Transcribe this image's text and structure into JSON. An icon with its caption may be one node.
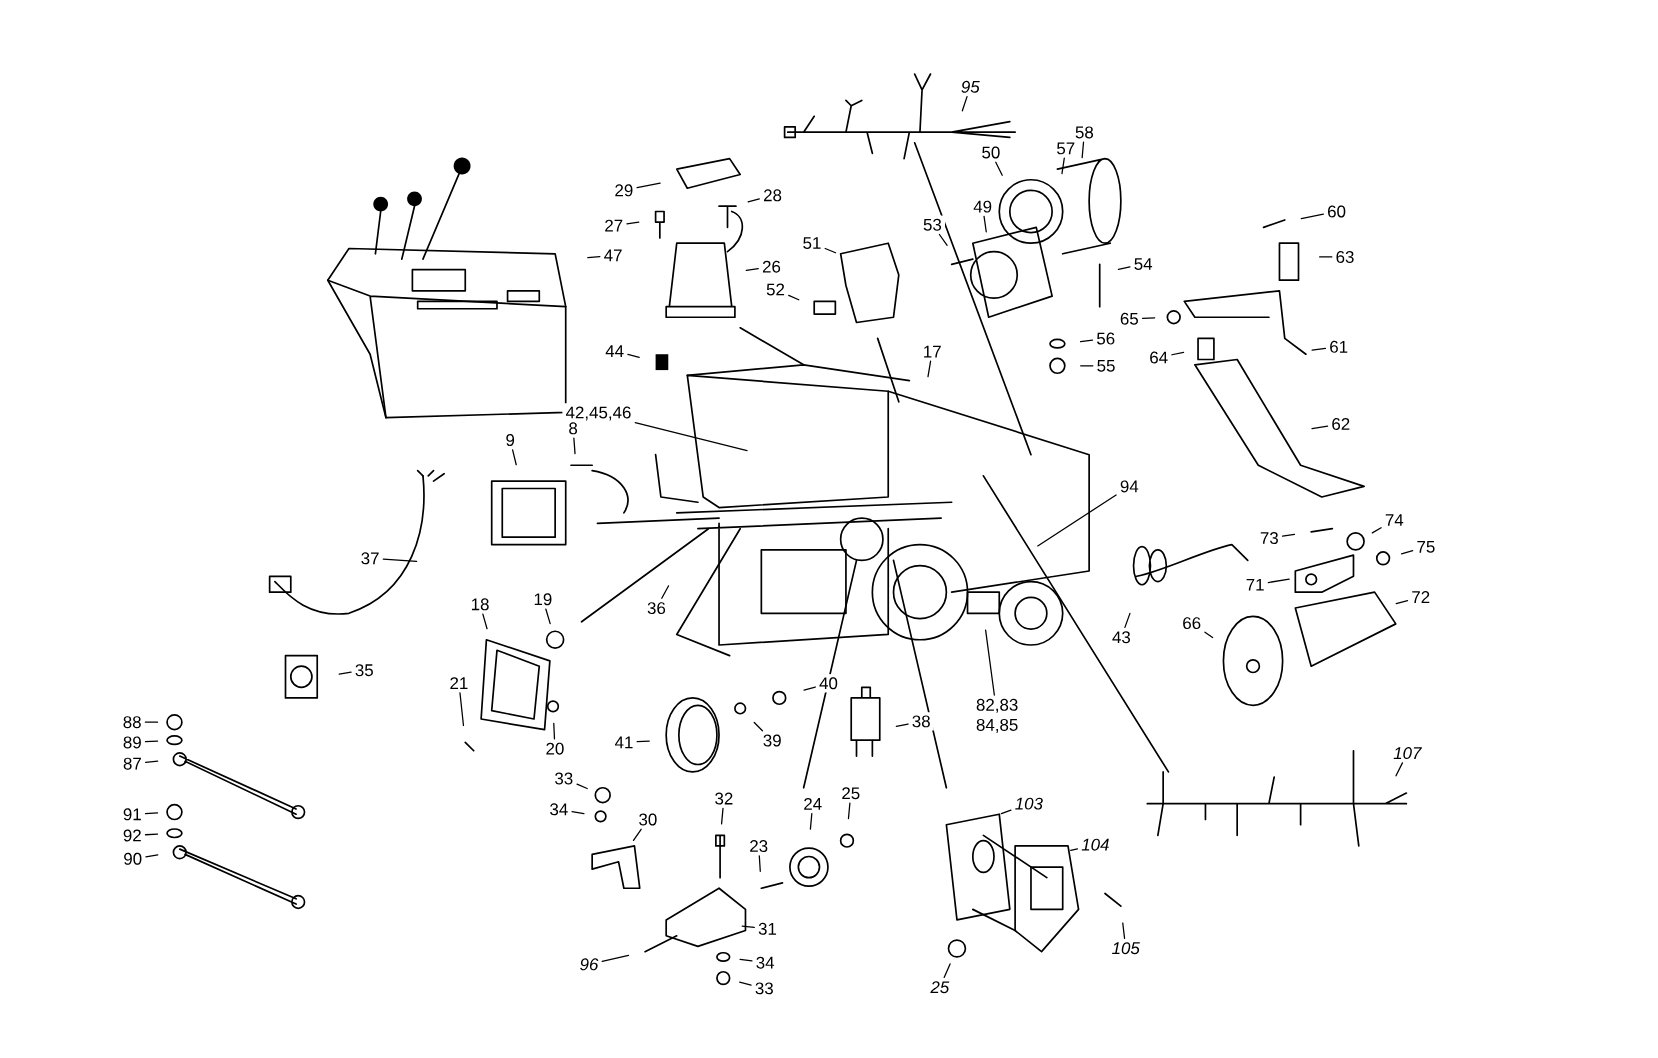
{
  "diagram": {
    "nodes": [
      {
        "text": [
          "95"
        ]
      },
      {
        "text": [
          "29"
        ]
      },
      {
        "text": [
          "28"
        ]
      },
      {
        "text": [
          "27"
        ]
      },
      {
        "text": [
          "26"
        ]
      },
      {
        "text": [
          "47"
        ]
      },
      {
        "text": [
          "51"
        ]
      },
      {
        "text": [
          "52"
        ]
      },
      {
        "text": [
          "53"
        ]
      },
      {
        "text": [
          "49"
        ]
      },
      {
        "text": [
          "50"
        ]
      },
      {
        "text": [
          "57"
        ]
      },
      {
        "text": [
          "58"
        ]
      },
      {
        "text": [
          "54"
        ]
      },
      {
        "text": [
          "56"
        ]
      },
      {
        "text": [
          "55"
        ]
      },
      {
        "text": [
          "60"
        ]
      },
      {
        "text": [
          "63"
        ]
      },
      {
        "text": [
          "65"
        ]
      },
      {
        "text": [
          "61"
        ]
      },
      {
        "text": [
          "64"
        ]
      },
      {
        "text": [
          "62"
        ]
      },
      {
        "text": [
          "44"
        ]
      },
      {
        "text": [
          "17"
        ]
      },
      {
        "text": [
          "42,45,46"
        ]
      },
      {
        "text": [
          "9"
        ]
      },
      {
        "text": [
          "8"
        ]
      },
      {
        "text": [
          "94"
        ]
      },
      {
        "text": [
          "37"
        ]
      },
      {
        "text": [
          "36"
        ]
      },
      {
        "text": [
          "73"
        ]
      },
      {
        "text": [
          "74"
        ]
      },
      {
        "text": [
          "75"
        ]
      },
      {
        "text": [
          "71"
        ]
      },
      {
        "text": [
          "72"
        ]
      },
      {
        "text": [
          "43"
        ]
      },
      {
        "text": [
          "66"
        ]
      },
      {
        "text": [
          "18"
        ]
      },
      {
        "text": [
          "19"
        ]
      },
      {
        "text": [
          "35"
        ]
      },
      {
        "text": [
          "21"
        ]
      },
      {
        "text": [
          "20"
        ]
      },
      {
        "text": [
          "40"
        ]
      },
      {
        "text": [
          "39"
        ]
      },
      {
        "text": [
          "41"
        ]
      },
      {
        "text": [
          "38"
        ]
      },
      {
        "text": [
          "82,83 84,85"
        ]
      },
      {
        "text": [
          "88"
        ]
      },
      {
        "text": [
          "89"
        ]
      },
      {
        "text": [
          "87"
        ]
      },
      {
        "text": [
          "91"
        ]
      },
      {
        "text": [
          "92"
        ]
      },
      {
        "text": [
          "90"
        ]
      },
      {
        "text": [
          "33"
        ]
      },
      {
        "text": [
          "34"
        ]
      },
      {
        "text": [
          "30"
        ]
      },
      {
        "text": [
          "32"
        ]
      },
      {
        "text": [
          "25"
        ]
      },
      {
        "text": [
          "24"
        ]
      },
      {
        "text": [
          "23"
        ]
      },
      {
        "text": [
          "31"
        ]
      },
      {
        "text": [
          "34"
        ]
      },
      {
        "text": [
          "33"
        ]
      },
      {
        "text": [
          "96"
        ]
      },
      {
        "text": [
          "103"
        ]
      },
      {
        "text": [
          "104"
        ]
      },
      {
        "text": [
          "105"
        ]
      },
      {
        "text": [
          "25"
        ]
      },
      {
        "text": [
          "107"
        ]
      }
    ],
    "edges": [
      {
        "from": 0,
        "to": null,
        "arrow": "none"
      },
      {
        "from": 1,
        "to": null,
        "arrow": "none"
      },
      {
        "from": 2,
        "to": null,
        "arrow": "none"
      },
      {
        "from": 3,
        "to": null,
        "arrow": "none"
      },
      {
        "from": 4,
        "to": null,
        "arrow": "none"
      },
      {
        "from": 5,
        "to": null,
        "arrow": "none"
      },
      {
        "from": 6,
        "to": null,
        "arrow": "none"
      },
      {
        "from": 7,
        "to": null,
        "arrow": "none"
      },
      {
        "from": 8,
        "to": null,
        "arrow": "none"
      },
      {
        "from": 9,
        "to": null,
        "arrow": "none"
      },
      {
        "from": 10,
        "to": null,
        "arrow": "none"
      },
      {
        "from": 11,
        "to": null,
        "arrow": "none"
      },
      {
        "from": 12,
        "to": null,
        "arrow": "none"
      },
      {
        "from": 13,
        "to": null,
        "arrow": "none"
      },
      {
        "from": 14,
        "to": null,
        "arrow": "none"
      },
      {
        "from": 15,
        "to": null,
        "arrow": "none"
      },
      {
        "from": 16,
        "to": null,
        "arrow": "none"
      },
      {
        "from": 17,
        "to": null,
        "arrow": "none"
      },
      {
        "from": 18,
        "to": null,
        "arrow": "none"
      },
      {
        "from": 19,
        "to": null,
        "arrow": "none"
      },
      {
        "from": 20,
        "to": null,
        "arrow": "none"
      },
      {
        "from": 21,
        "to": null,
        "arrow": "none"
      },
      {
        "from": 22,
        "to": null,
        "arrow": "none"
      },
      {
        "from": 23,
        "to": null,
        "arrow": "none"
      },
      {
        "from": 24,
        "to": null,
        "arrow": "none"
      },
      {
        "from": 25,
        "to": null,
        "arrow": "none"
      },
      {
        "from": 26,
        "to": null,
        "arrow": "none"
      },
      {
        "from": 27,
        "to": null,
        "arrow": "none"
      },
      {
        "from": 28,
        "to": null,
        "arrow": "none"
      },
      {
        "from": 29,
        "to": null,
        "arrow": "none"
      },
      {
        "from": 30,
        "to": null,
        "arrow": "none"
      },
      {
        "from": 31,
        "to": null,
        "arrow": "none"
      },
      {
        "from": 32,
        "to": null,
        "arrow": "none"
      },
      {
        "from": 33,
        "to": null,
        "arrow": "none"
      },
      {
        "from": 34,
        "to": null,
        "arrow": "none"
      },
      {
        "from": 35,
        "to": null,
        "arrow": "none"
      },
      {
        "from": 36,
        "to": null,
        "arrow": "none"
      },
      {
        "from": 37,
        "to": null,
        "arrow": "none"
      },
      {
        "from": 38,
        "to": null,
        "arrow": "none"
      },
      {
        "from": 39,
        "to": null,
        "arrow": "none"
      },
      {
        "from": 40,
        "to": null,
        "arrow": "none"
      },
      {
        "from": 41,
        "to": null,
        "arrow": "none"
      },
      {
        "from": 42,
        "to": null,
        "arrow": "none"
      },
      {
        "from": 43,
        "to": null,
        "arrow": "none"
      },
      {
        "from": 44,
        "to": null,
        "arrow": "none"
      },
      {
        "from": 45,
        "to": null,
        "arrow": "none"
      },
      {
        "from": 46,
        "to": null,
        "arrow": "none"
      },
      {
        "from": 47,
        "to": null,
        "arrow": "none"
      },
      {
        "from": 48,
        "to": null,
        "arrow": "none"
      },
      {
        "from": 49,
        "to": null,
        "arrow": "none"
      },
      {
        "from": 50,
        "to": null,
        "arrow": "none"
      },
      {
        "from": 51,
        "to": null,
        "arrow": "none"
      },
      {
        "from": 52,
        "to": null,
        "arrow": "none"
      },
      {
        "from": 53,
        "to": null,
        "arrow": "none"
      },
      {
        "from": 54,
        "to": null,
        "arrow": "none"
      },
      {
        "from": 55,
        "to": null,
        "arrow": "none"
      },
      {
        "from": 56,
        "to": null,
        "arrow": "none"
      },
      {
        "from": 57,
        "to": null,
        "arrow": "none"
      },
      {
        "from": 58,
        "to": null,
        "arrow": "none"
      },
      {
        "from": 59,
        "to": null,
        "arrow": "none"
      },
      {
        "from": 60,
        "to": null,
        "arrow": "none"
      },
      {
        "from": 61,
        "to": null,
        "arrow": "none"
      },
      {
        "from": 62,
        "to": null,
        "arrow": "none"
      },
      {
        "from": 63,
        "to": null,
        "arrow": "none"
      },
      {
        "from": 64,
        "to": null,
        "arrow": "none"
      },
      {
        "from": 65,
        "to": null,
        "arrow": "none"
      },
      {
        "from": 66,
        "to": null,
        "arrow": "none"
      },
      {
        "from": 67,
        "to": null,
        "arrow": "none"
      },
      {
        "from": 68,
        "to": null,
        "arrow": "none"
      }
    ]
  }
}
